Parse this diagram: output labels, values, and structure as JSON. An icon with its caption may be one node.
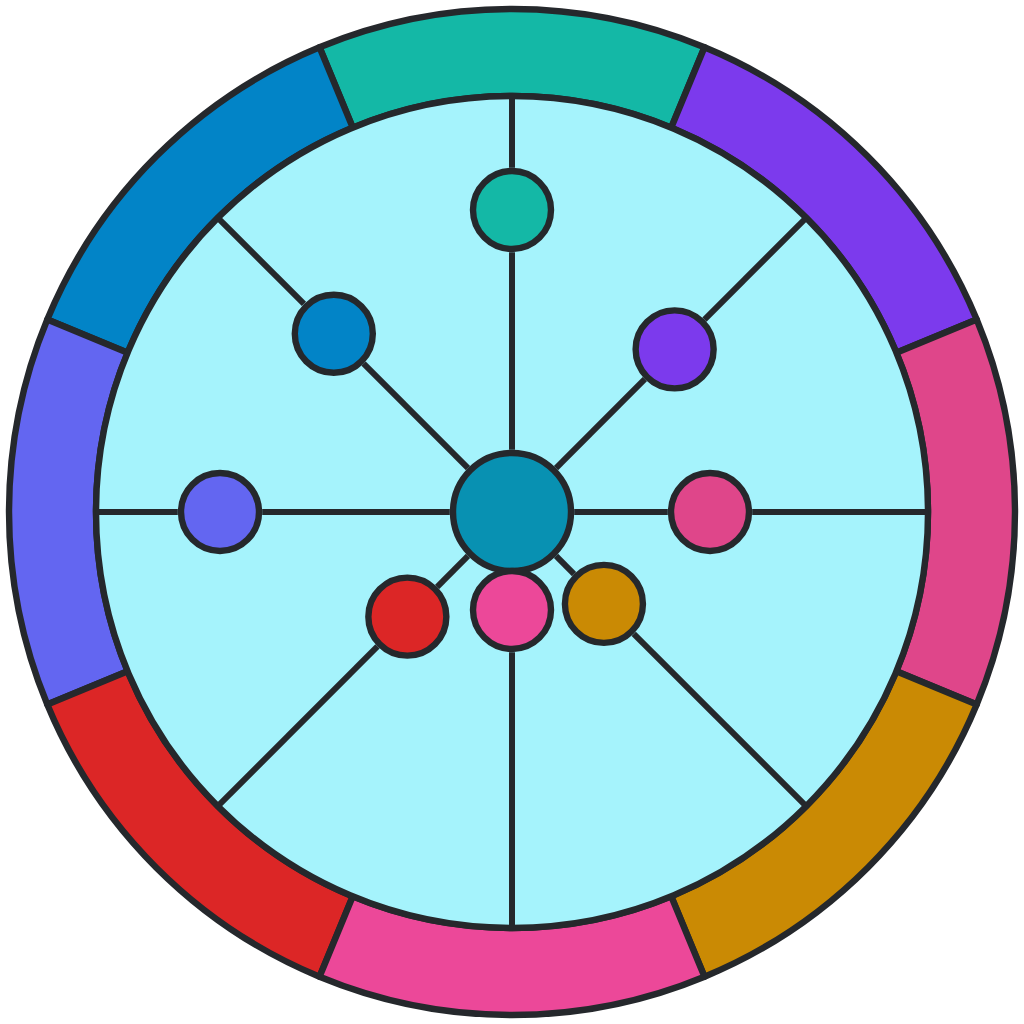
{
  "diagram": {
    "nodes": [
      {
        "text": [],
        "shape": "circle"
      },
      {
        "text": [],
        "shape": "circle",
        "in": 0
      },
      {
        "text": [],
        "shape": "circle",
        "in": 0
      },
      {
        "text": [],
        "shape": "circle",
        "in": 0
      },
      {
        "text": [],
        "shape": "circle",
        "in": 0
      },
      {
        "text": [],
        "shape": "circle",
        "in": 0
      },
      {
        "text": [],
        "shape": "circle",
        "in": 0
      },
      {
        "text": [],
        "shape": "circle",
        "in": 0
      },
      {
        "text": [],
        "shape": "circle",
        "in": 0
      },
      {
        "text": [],
        "shape": "circle",
        "in": 0
      },
      {
        "text": [],
        "shape": "arc"
      },
      {
        "text": [],
        "shape": "arc"
      },
      {
        "text": [],
        "shape": "arc"
      },
      {
        "text": [],
        "shape": "arc"
      },
      {
        "text": [],
        "shape": "arc"
      },
      {
        "text": [],
        "shape": "arc"
      },
      {
        "text": [],
        "shape": "arc"
      },
      {
        "text": [],
        "shape": "arc"
      }
    ],
    "edges": [
      {
        "from": 1,
        "to": 2,
        "arrow": "none"
      },
      {
        "from": 1,
        "to": 3,
        "arrow": "none"
      },
      {
        "from": 1,
        "to": 4,
        "arrow": "none"
      },
      {
        "from": 1,
        "to": 5,
        "arrow": "none"
      },
      {
        "from": 1,
        "to": 6,
        "arrow": "none"
      },
      {
        "from": 1,
        "to": 7,
        "arrow": "none"
      },
      {
        "from": 1,
        "to": 9,
        "arrow": "none"
      },
      {
        "from": 2,
        "to": 10,
        "arrow": "none"
      },
      {
        "from": 3,
        "to": 11,
        "arrow": "none"
      },
      {
        "from": 4,
        "to": 12,
        "arrow": "none"
      },
      {
        "from": 5,
        "to": 13,
        "arrow": "none"
      },
      {
        "from": 6,
        "to": 14,
        "arrow": "none"
      },
      {
        "from": 7,
        "to": 16,
        "arrow": "none"
      },
      {
        "from": 8,
        "to": 17,
        "arrow": "none"
      },
      {
        "from": 9,
        "to": 15,
        "arrow": "none"
      }
    ]
  }
}
